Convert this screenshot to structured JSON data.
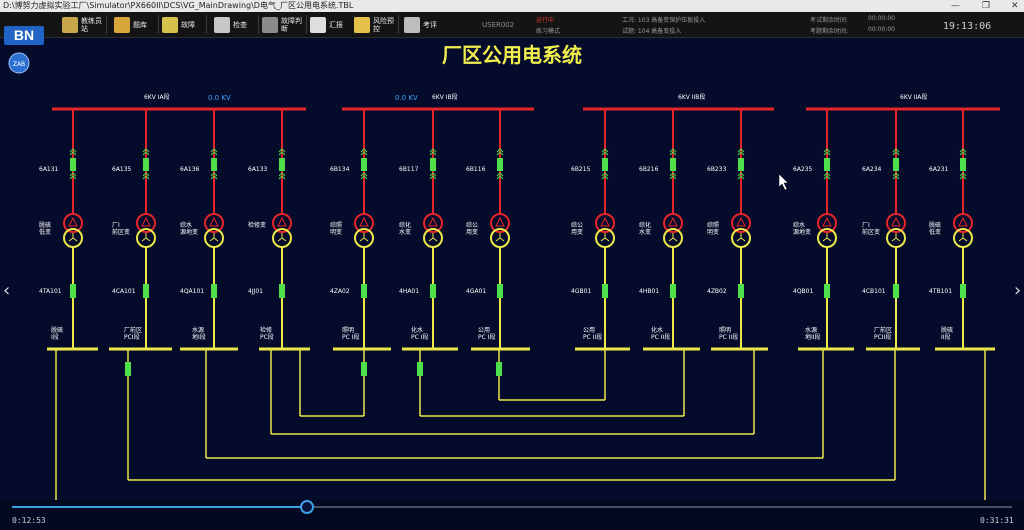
{
  "window": {
    "title": "D:\\博努力虚拟实验工厂\\Simulator\\PX660II\\DCS\\VG_MainDrawing\\D电气_厂区公用电系统.TBL"
  },
  "toolbar": {
    "logo": "BN",
    "buttons": [
      {
        "label": "教练员站",
        "icon": "instructor-station-icon",
        "color": "#c9a64a"
      },
      {
        "label": "题库",
        "icon": "question-bank-icon",
        "color": "#d8a73a"
      },
      {
        "label": "故障",
        "icon": "fault-icon",
        "color": "#d6c24a"
      },
      {
        "label": "检查",
        "icon": "check-icon",
        "color": "#c7c7c7"
      },
      {
        "label": "故障判断",
        "icon": "fault-diagnosis-icon",
        "color": "#8a8a8a"
      },
      {
        "label": "汇报",
        "icon": "report-icon",
        "color": "#dedede"
      },
      {
        "label": "风险预控",
        "icon": "risk-control-icon",
        "color": "#e6c14a"
      },
      {
        "label": "考评",
        "icon": "evaluation-icon",
        "color": "#bdbdbd"
      }
    ],
    "user": "USER002",
    "mode_label": "练习模式",
    "status_red": "运行中",
    "task1": "工况: 103 高备变保护压板投入",
    "task2": "试题: 104 高备变投入",
    "exam_elapsed_label": "考试剩余时间:",
    "exam_elapsed_value": "00:00:00",
    "exam_remaining_label": "考题剩余时间:",
    "exam_remaining_value": "00:00:00",
    "clock": "19:13:06"
  },
  "diagram": {
    "title": "厂区公用电系统",
    "badge": "ZAB",
    "colors": {
      "bus": "#e5252a",
      "lower_bus": "#ece84a",
      "breaker": "#4ee04a",
      "background": "#050b2a"
    },
    "buses": [
      {
        "label": "6KV IA段",
        "voltage": "0.0 KV"
      },
      {
        "label": "6KV IB段",
        "voltage": "0.0 KV"
      },
      {
        "label": "6KV IIB段",
        "voltage": ""
      },
      {
        "label": "6KV IIA段",
        "voltage": ""
      }
    ],
    "feeders": [
      {
        "breaker": "6A131",
        "transformer": "脱硫\n低变",
        "lower_breaker": "4TA101",
        "section": "脱硫\nI段"
      },
      {
        "breaker": "6A135",
        "transformer": "厂I\n前区变",
        "lower_breaker": "4CA101",
        "section": "厂前区\nPCI段"
      },
      {
        "breaker": "6A136",
        "transformer": "综水\n源地变",
        "lower_breaker": "4QA101",
        "section": "水源\n地I段"
      },
      {
        "breaker": "6A133",
        "transformer": "检修变",
        "lower_breaker": "4JJ01",
        "section": "检修\nPC段"
      },
      {
        "breaker": "6B134",
        "transformer": "综照\n明变",
        "lower_breaker": "4ZA02",
        "section": "照明\nPC I段"
      },
      {
        "breaker": "6B117",
        "transformer": "综化\n水变",
        "lower_breaker": "4HA01",
        "section": "化水\nPC I段"
      },
      {
        "breaker": "6B116",
        "transformer": "综公\n用变",
        "lower_breaker": "4GA01",
        "section": "公用\nPC I段"
      },
      {
        "breaker": "6B215",
        "transformer": "综公\n用变",
        "lower_breaker": "4GB01",
        "section": "公用\nPC II段"
      },
      {
        "breaker": "6B216",
        "transformer": "综化\n水变",
        "lower_breaker": "4HB01",
        "section": "化水\nPC II段"
      },
      {
        "breaker": "6B233",
        "transformer": "综照\n明变",
        "lower_breaker": "4ZB02",
        "section": "照明\nPC II段"
      },
      {
        "breaker": "6A235",
        "transformer": "综水\n源地变",
        "lower_breaker": "4QB01",
        "section": "水源\n地II段"
      },
      {
        "breaker": "6A234",
        "transformer": "厂I\n前区变",
        "lower_breaker": "4CB101",
        "section": "厂前区\nPCII段"
      },
      {
        "breaker": "6A231",
        "transformer": "脱硫\n低变",
        "lower_breaker": "4TB101",
        "section": "脱硫\nII段"
      }
    ]
  },
  "player": {
    "elapsed": "0:12:53",
    "total": "0:31:31",
    "progress": 0.294
  }
}
